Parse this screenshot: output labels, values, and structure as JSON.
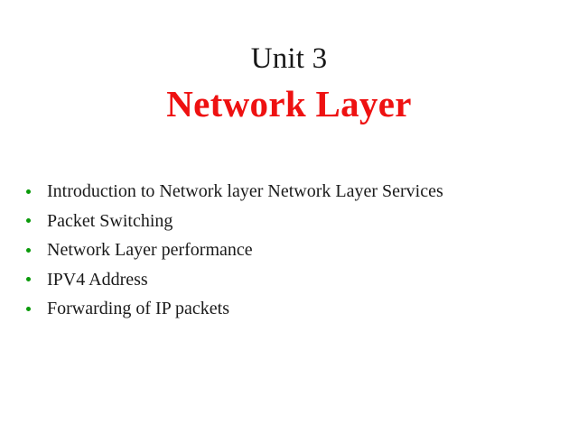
{
  "slide": {
    "background_color": "#ffffff",
    "title": {
      "line1": "Unit 3",
      "line2": "Network Layer",
      "line1_color": "#171717",
      "line2_color": "#ee1111"
    },
    "bullets": {
      "marker_color": "#0a9a0a",
      "marker_icon": "bullet-dot-icon",
      "items": [
        {
          "text": "Introduction to Network layer Network Layer Services"
        },
        {
          "text": "Packet Switching"
        },
        {
          "text": "Network Layer performance"
        },
        {
          "text": "IPV4 Address"
        },
        {
          "text": "Forwarding of IP packets"
        }
      ]
    }
  }
}
